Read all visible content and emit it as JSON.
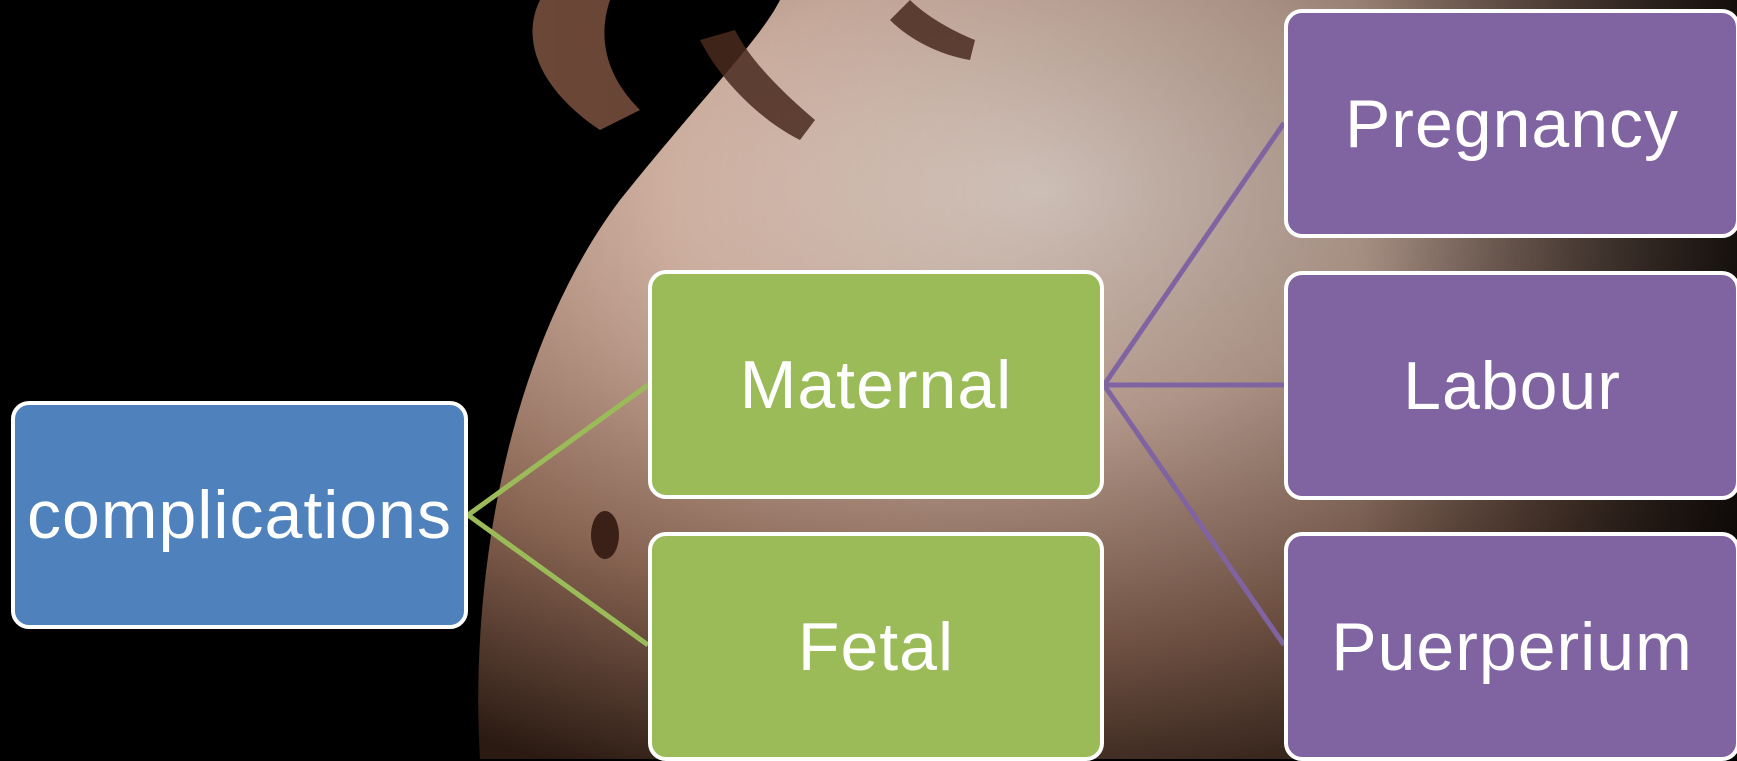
{
  "diagram": {
    "root": {
      "label": "complications"
    },
    "level1": [
      {
        "label": "Maternal"
      },
      {
        "label": "Fetal"
      }
    ],
    "level2": [
      {
        "label": "Pregnancy"
      },
      {
        "label": "Labour"
      },
      {
        "label": "Puerperium"
      }
    ]
  },
  "colors": {
    "root_fill": "#4f81bd",
    "level1_fill": "#9bbb59",
    "level2_fill": "#8064a2",
    "border": "#ffffff",
    "text": "#ffffff",
    "background": "#000000"
  }
}
